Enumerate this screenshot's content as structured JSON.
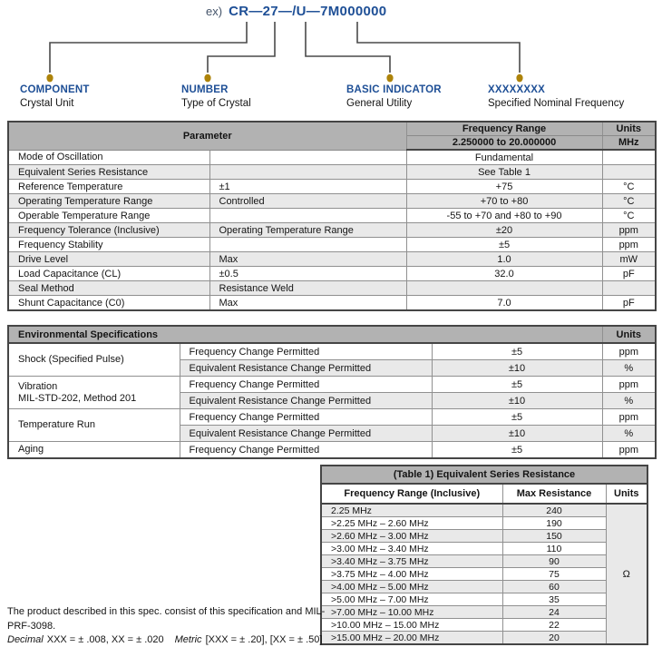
{
  "diagram": {
    "example_prefix": "ex)",
    "part_number": "CR—27—/U—7M000000",
    "callouts": [
      {
        "label": "COMPONENT",
        "desc": "Crystal Unit"
      },
      {
        "label": "NUMBER",
        "desc": "Type of Crystal"
      },
      {
        "label": "BASIC INDICATOR",
        "desc": "General Utility"
      },
      {
        "label": "XXXXXXXX",
        "desc": "Specified Nominal Frequency"
      }
    ]
  },
  "param_table": {
    "header": {
      "parameter": "Parameter",
      "freq_range": "Frequency Range",
      "freq_range_value": "2.250000 to 20.000000",
      "units": "Units",
      "units_value": "MHz"
    },
    "rows": [
      {
        "name": "Mode of Oscillation",
        "cond": "",
        "value": "Fundamental",
        "unit": ""
      },
      {
        "name": "Equivalent Series Resistance",
        "cond": "",
        "value": "See Table 1",
        "unit": ""
      },
      {
        "name": "Reference Temperature",
        "cond": "±1",
        "value": "+75",
        "unit": "°C"
      },
      {
        "name": "Operating Temperature Range",
        "cond": "Controlled",
        "value": "+70 to +80",
        "unit": "°C"
      },
      {
        "name": "Operable Temperature Range",
        "cond": "",
        "value": "-55 to +70 and +80 to +90",
        "unit": "°C"
      },
      {
        "name": "Frequency Tolerance (Inclusive)",
        "cond": "Operating Temperature Range",
        "value": "±20",
        "unit": "ppm"
      },
      {
        "name": "Frequency Stability",
        "cond": "",
        "value": "±5",
        "unit": "ppm"
      },
      {
        "name": "Drive Level",
        "cond": "Max",
        "value": "1.0",
        "unit": "mW"
      },
      {
        "name": "Load Capacitance (CL)",
        "cond": "±0.5",
        "value": "32.0",
        "unit": "pF"
      },
      {
        "name": "Seal Method",
        "cond": "Resistance Weld",
        "value": "",
        "unit": ""
      },
      {
        "name": "Shunt Capacitance (C0)",
        "cond": "Max",
        "value": "7.0",
        "unit": "pF"
      }
    ]
  },
  "env_table": {
    "title": "Environmental Specifications",
    "units_header": "Units",
    "groups": [
      {
        "name": "Shock (Specified Pulse)",
        "name2": "",
        "rows": [
          {
            "test": "Frequency Change Permitted",
            "value": "±5",
            "unit": "ppm"
          },
          {
            "test": "Equivalent Resistance Change Permitted",
            "value": "±10",
            "unit": "%"
          }
        ]
      },
      {
        "name": "Vibration",
        "name2": "MIL-STD-202, Method 201",
        "rows": [
          {
            "test": "Frequency Change Permitted",
            "value": "±5",
            "unit": "ppm"
          },
          {
            "test": "Equivalent Resistance Change Permitted",
            "value": "±10",
            "unit": "%"
          }
        ]
      },
      {
        "name": "Temperature Run",
        "name2": "",
        "rows": [
          {
            "test": "Frequency Change Permitted",
            "value": "±5",
            "unit": "ppm"
          },
          {
            "test": "Equivalent Resistance Change Permitted",
            "value": "±10",
            "unit": "%"
          }
        ]
      },
      {
        "name": "Aging",
        "name2": "",
        "rows": [
          {
            "test": "Frequency Change Permitted",
            "value": "±5",
            "unit": "ppm"
          }
        ]
      }
    ]
  },
  "esr_table": {
    "title": "(Table 1) Equivalent Series Resistance",
    "col_headers": [
      "Frequency Range (Inclusive)",
      "Max Resistance",
      "Units"
    ],
    "unit_value": "Ω",
    "rows": [
      {
        "range": "2.25 MHz",
        "max": "240"
      },
      {
        "range": ">2.25 MHz – 2.60 MHz",
        "max": "190"
      },
      {
        "range": ">2.60 MHz – 3.00 MHz",
        "max": "150"
      },
      {
        "range": ">3.00 MHz – 3.40 MHz",
        "max": "110"
      },
      {
        "range": ">3.40 MHz – 3.75 MHz",
        "max": "90"
      },
      {
        "range": ">3.75 MHz – 4.00 MHz",
        "max": "75"
      },
      {
        "range": ">4.00 MHz – 5.00 MHz",
        "max": "60"
      },
      {
        "range": ">5.00 MHz – 7.00 MHz",
        "max": "35"
      },
      {
        "range": ">7.00 MHz – 10.00 MHz",
        "max": "24"
      },
      {
        "range": ">10.00 MHz – 15.00 MHz",
        "max": "22"
      },
      {
        "range": ">15.00 MHz – 20.00 MHz",
        "max": "20"
      }
    ]
  },
  "footnote": {
    "line1": "The product described in this spec. consist of this specification and MIL-PRF-3098.",
    "decimal_label": "Decimal",
    "decimal_text": "XXX = ± .008, XX = ± .020",
    "metric_label": "Metric",
    "metric_text": "[XXX = ± .20], [XX = ± .50]"
  },
  "colors": {
    "accent_blue": "#1e4f96",
    "dot_gold": "#ad830a",
    "header_gray": "#b2b2b2",
    "row_alt_gray": "#e9e9e9"
  }
}
